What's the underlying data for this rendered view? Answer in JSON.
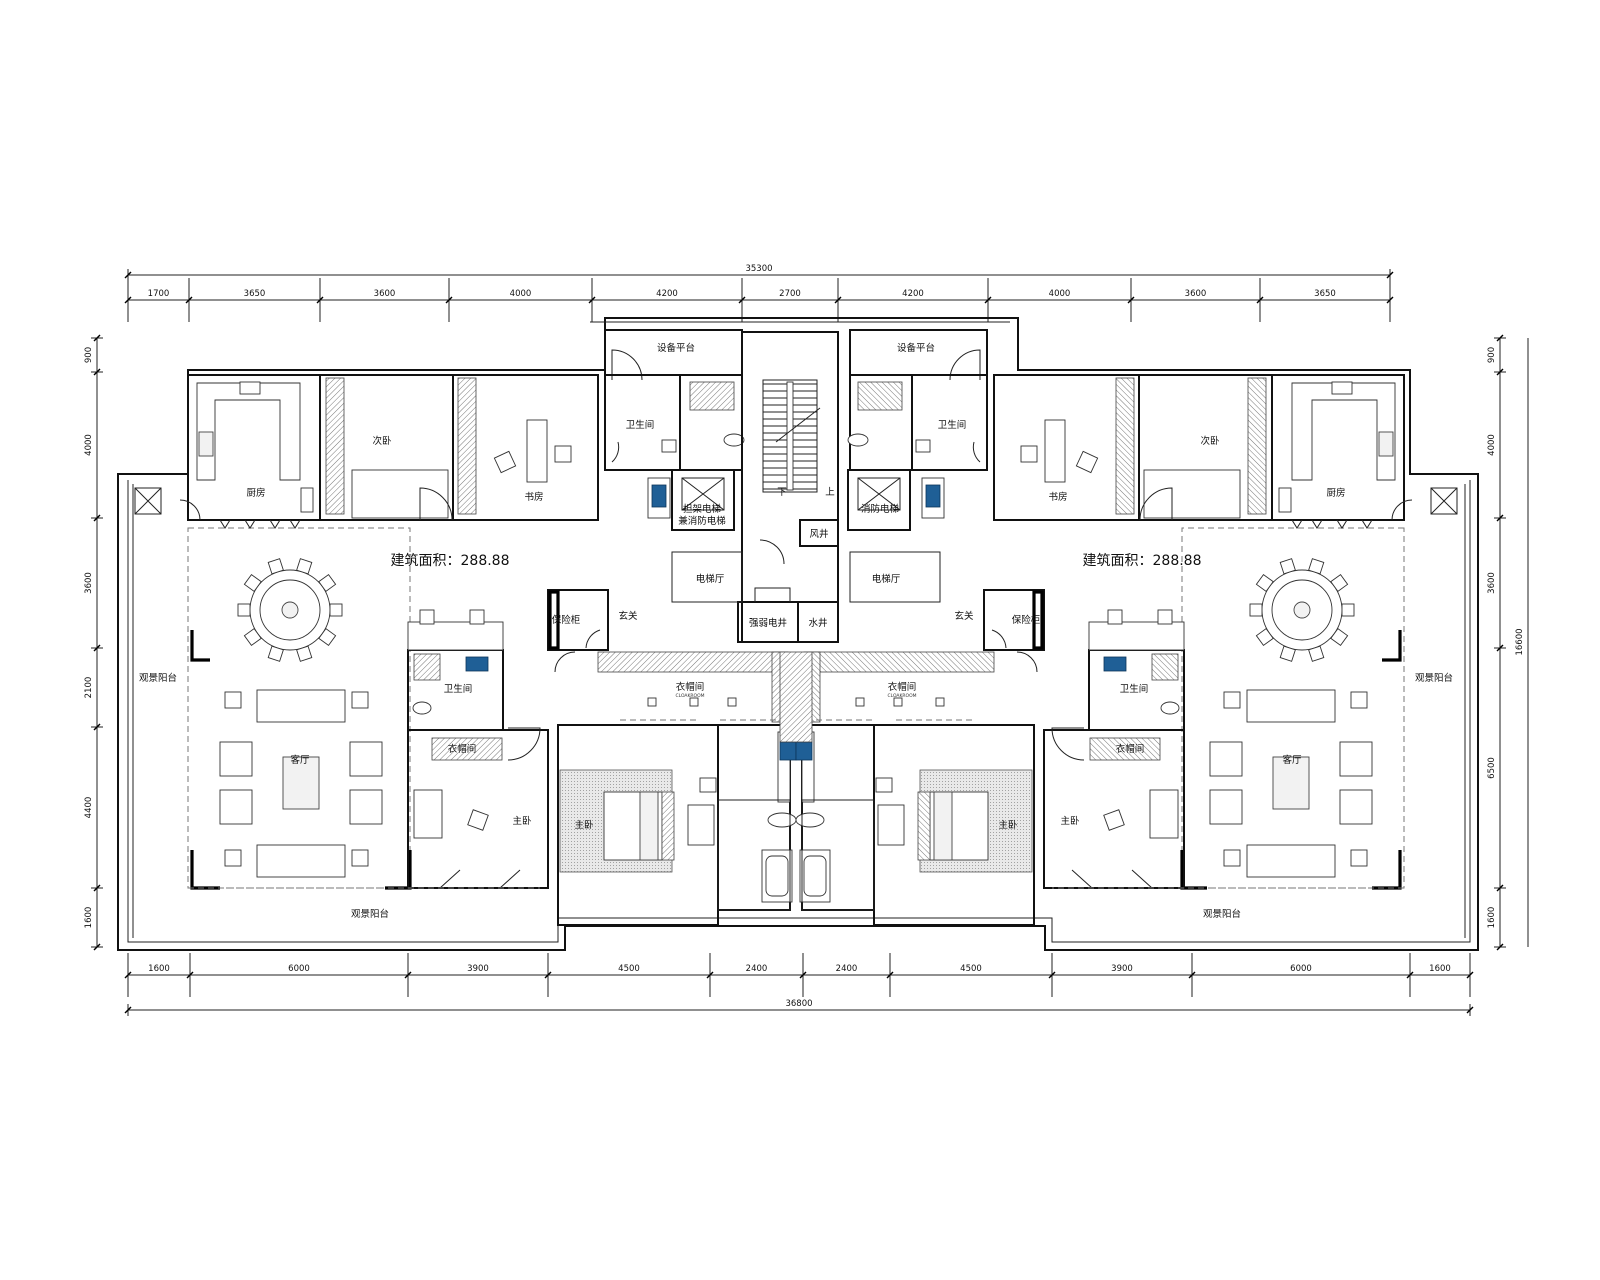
{
  "drawing": {
    "type": "residential floor plan",
    "symmetry": "mirrored left/right units around central stair core",
    "colors": {
      "line": "#111111",
      "accent_blue": "#1f5f96",
      "background": "#ffffff"
    }
  },
  "dimensions": {
    "top_total": "35300",
    "top_segments": [
      "1700",
      "3650",
      "3600",
      "4000",
      "4200",
      "2700",
      "4200",
      "4000",
      "3600",
      "3650"
    ],
    "bottom_total": "36800",
    "bottom_segments": [
      "1600",
      "6000",
      "3900",
      "4500",
      "2400",
      "2400",
      "4500",
      "3900",
      "6000",
      "1600"
    ],
    "left_segments": [
      "900",
      "4000",
      "3600",
      "2100",
      "4400",
      "1600"
    ],
    "right_total": "16600",
    "right_segments": [
      "900",
      "4000",
      "3600",
      "6500",
      "1600"
    ]
  },
  "units": {
    "left": {
      "area_label": "建筑面积：288.88",
      "rooms": {
        "kitchen": "厨房",
        "second_bedroom": "次卧",
        "study": "书房",
        "bathroom_top": "卫生间",
        "equipment_platform": "设备平台",
        "living_room": "客厅",
        "view_balcony_side": "观景阳台",
        "view_balcony_bottom": "观景阳台",
        "bathroom_mid": "卫生间",
        "cloakroom_small": "衣帽间",
        "main_bedroom": "主卧",
        "foyer": "玄关",
        "safe_cabinet": "保险柜",
        "cloakroom_main": "衣帽间",
        "cloakroom_sub": "CLOAKROOM",
        "master_bedroom": "主卧"
      }
    },
    "right": {
      "area_label": "建筑面积：288.88",
      "rooms": {
        "kitchen": "厨房",
        "second_bedroom": "次卧",
        "study": "书房",
        "bathroom_top": "卫生间",
        "equipment_platform": "设备平台",
        "living_room": "客厅",
        "view_balcony_side": "观景阳台",
        "view_balcony_bottom": "观景阳台",
        "bathroom_mid": "卫生间",
        "cloakroom_small": "衣帽间",
        "main_bedroom": "主卧",
        "foyer": "玄关",
        "safe_cabinet": "保险柜",
        "cloakroom_main": "衣帽间",
        "cloakroom_sub": "CLOAKROOM",
        "master_bedroom": "主卧"
      }
    }
  },
  "core": {
    "elevator_left": "担架电梯",
    "elevator_left_sub": "兼消防电梯",
    "elevator_right": "消防电梯",
    "elevator_hall_left": "电梯厅",
    "elevator_hall_right": "电梯厅",
    "stair_down": "下",
    "stair_up": "上",
    "air_shaft": "风井",
    "weak_strong_shaft": "强弱电井",
    "water_pipe": "水井"
  }
}
